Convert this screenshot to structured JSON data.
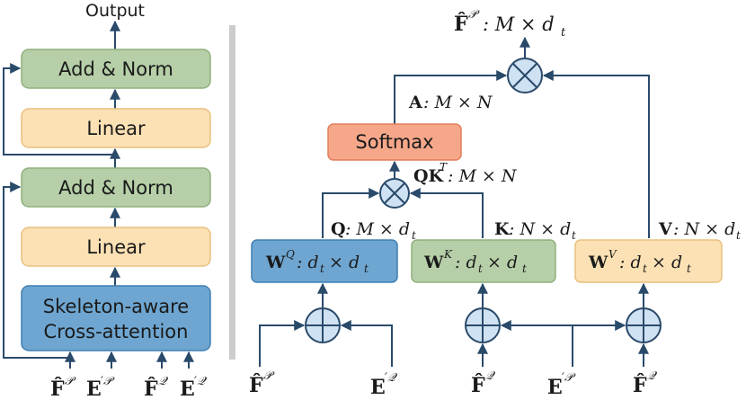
{
  "left": {
    "output_label": "Output",
    "blocks": {
      "add_norm_top": "Add & Norm",
      "linear_top": "Linear",
      "add_norm_bottom": "Add & Norm",
      "linear_bottom": "Linear",
      "cross_attention_line1": "Skeleton-aware",
      "cross_attention_line2": "Cross-attention"
    },
    "inputs": [
      "F̂^P",
      "E′^P",
      "F̂^Q",
      "E′^Q"
    ]
  },
  "right": {
    "output": "F̂^P : M × d_t",
    "a_label": "A: M × N",
    "softmax": "Softmax",
    "qk_label": "QK^T: M × N",
    "q_label": "Q: M × d_t",
    "k_label": "K: N × d_t",
    "v_label": "V: N × d_t",
    "wq": "W^Q: d_t × d_t",
    "wk": "W^K: d_t × d_t",
    "wv": "W^V: d_t × d_t",
    "inputs": [
      "F̂^P",
      "E′^Q",
      "F̂^Q",
      "E′^P",
      "F̂^Q"
    ]
  },
  "colors": {
    "green": "#b6cfa8",
    "orange_light": "#fbe1b4",
    "blue": "#6ea6d1",
    "salmon": "#f6a78a",
    "circle_fill": "#cfe2f3",
    "arrow": "#2a4a6a",
    "divider": "#cccccc"
  }
}
